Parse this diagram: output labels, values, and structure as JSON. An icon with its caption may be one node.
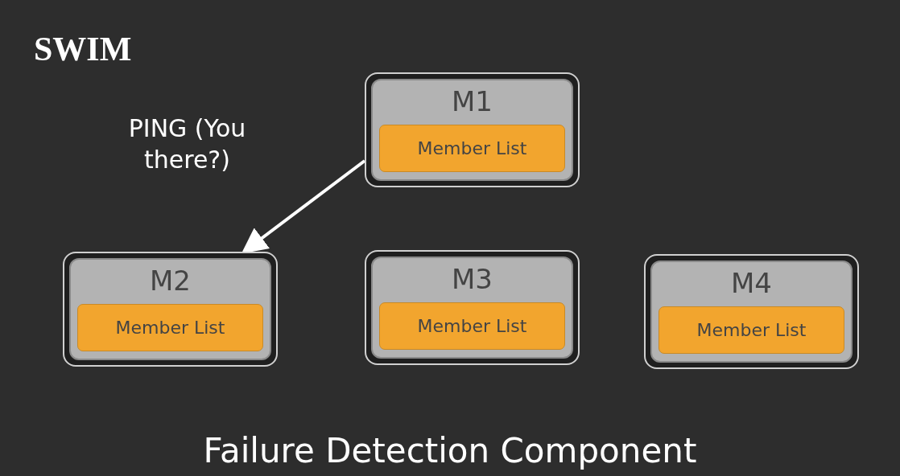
{
  "diagram": {
    "title": "SWIM",
    "caption": "Failure Detection Component",
    "nodes": [
      {
        "text": [
          "M1"
        ]
      },
      {
        "text": [
          "Member List"
        ],
        "in": 0
      },
      {
        "text": [
          "M2"
        ]
      },
      {
        "text": [
          "Member List"
        ],
        "in": 2
      },
      {
        "text": [
          "M3"
        ]
      },
      {
        "text": [
          "Member List"
        ],
        "in": 4
      },
      {
        "text": [
          "M4"
        ]
      },
      {
        "text": [
          "Member List"
        ],
        "in": 6
      }
    ],
    "edges": [
      {
        "from": 0,
        "to": 2,
        "arrow": "to",
        "label": "PING (You there?)"
      }
    ]
  }
}
